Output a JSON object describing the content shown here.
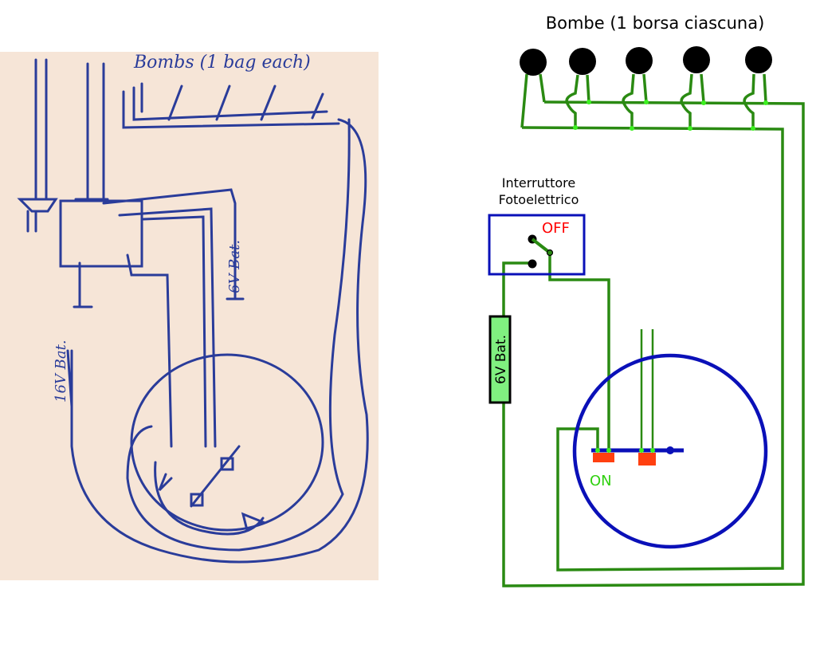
{
  "sketch": {
    "bombs_label": "Bombs (1 bag each)",
    "battery_left_label": "16V Bat.",
    "battery_right_label": "6V Bat."
  },
  "diagram": {
    "title": "Bombe (1 borsa ciascuna)",
    "switch_label_line1": "Interruttore",
    "switch_label_line2": "Fotoelettrico",
    "off_label": "OFF",
    "on_label": "ON",
    "battery_label": "6V  Bat.",
    "colors": {
      "wire": "#2a8a12",
      "node": "#3cf020",
      "outline": "#0a10b8",
      "contact": "#ff4010",
      "off": "#ff0000",
      "on": "#30d010",
      "battery": "#80f080"
    }
  }
}
